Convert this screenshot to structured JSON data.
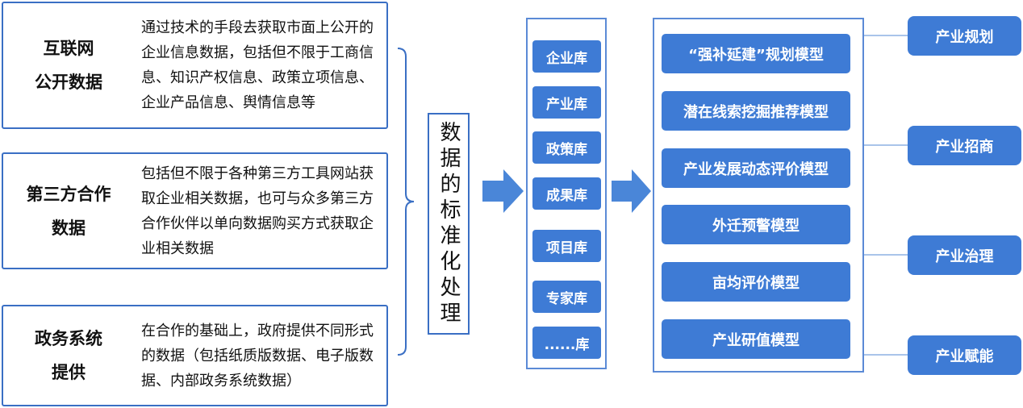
{
  "sources": [
    {
      "title_lines": [
        "互联网",
        "公开数据"
      ],
      "description": "通过技术的手段去获取市面上公开的企业信息数据，包括但不限于工商信息、知识产权信息、政策立项信息、企业产品信息、舆情信息等"
    },
    {
      "title_lines": [
        "第三方合作",
        "数据"
      ],
      "description": "包括但不限于各种第三方工具网站获取企业相关数据，也可与众多第三方合作伙伴以单向数据购买方式获取企业相关数据"
    },
    {
      "title_lines": [
        "政务系统",
        "提供"
      ],
      "description": "在合作的基础上，政府提供不同形式的数据（包括纸质版数据、电子版数据、内部政务系统数据）"
    }
  ],
  "processing": {
    "label": "数据的标准化处理"
  },
  "libraries": [
    "企业库",
    "产业库",
    "政策库",
    "成果库",
    "项目库",
    "专家库",
    "......库"
  ],
  "models": [
    "“强补延建”规划模型",
    "潜在线索挖掘推荐模型",
    "产业发展动态评价模型",
    "外迁预警模型",
    "亩均评价模型",
    "产业研值模型"
  ],
  "applications": [
    "产业规划",
    "产业招商",
    "产业治理",
    "产业赋能"
  ],
  "colors": {
    "accent": "#3e7bd5",
    "border": "#3a6fc4",
    "arrow": "#4a86d8",
    "connector": "#a9c4ea"
  }
}
